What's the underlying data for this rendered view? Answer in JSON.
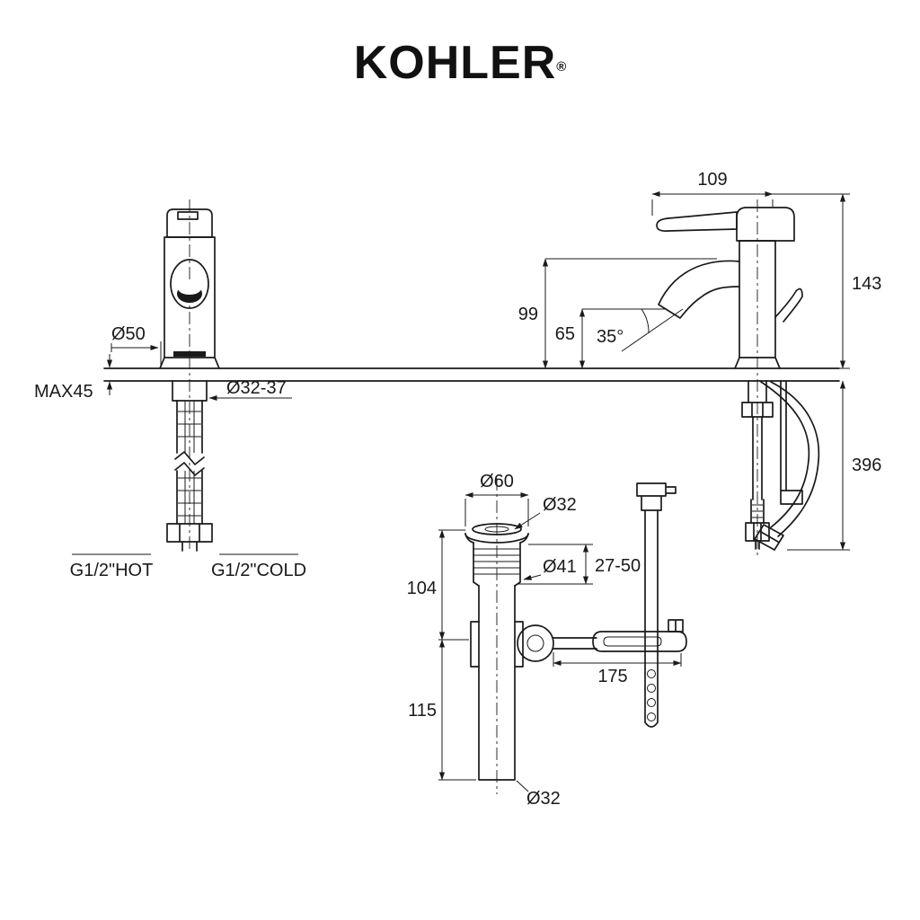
{
  "brand": {
    "logo": "KOHLER",
    "registered": "®"
  },
  "colors": {
    "ink": "#1a1a1a",
    "background": "#ffffff"
  },
  "front_view": {
    "dim_base_diameter": "Ø50",
    "dim_max_counter_thickness": "MAX45",
    "dim_mounting_hole": "Ø32-37",
    "label_hot_supply": "G1/2\"HOT",
    "label_cold_supply": "G1/2\"COLD"
  },
  "side_view": {
    "dim_spout_reach": "109",
    "dim_overall_height": "143",
    "dim_spout_top_height": "99",
    "dim_outlet_height": "65",
    "dim_spout_angle": "35°",
    "dim_below_counter_length": "396"
  },
  "drain_assembly": {
    "dim_flange_diameter": "Ø60",
    "dim_stopper_diameter": "Ø32",
    "dim_body_diameter": "Ø41",
    "dim_adjust_range": "27-50",
    "dim_upper_length": "104",
    "dim_rod_length": "175",
    "dim_lower_length": "115",
    "dim_outlet_diameter": "Ø32"
  }
}
